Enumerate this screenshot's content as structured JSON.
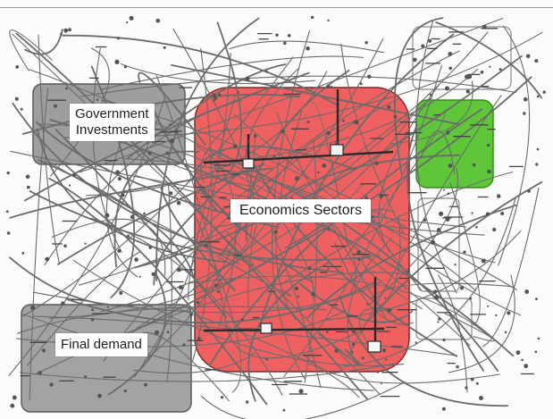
{
  "regions": {
    "government_investments": {
      "label": "Government\nInvestments",
      "color": "#9e9e9e"
    },
    "economics_sectors": {
      "label": "Economics Sectors",
      "color": "#ef6060"
    },
    "final_demand": {
      "label": "Final demand",
      "color": "#a3a3a3"
    },
    "external_block": {
      "label": "",
      "color": "#5fc63a"
    }
  },
  "colors": {
    "link": "#6b6b6b",
    "node": "#555555",
    "background": "#fbfbfa"
  }
}
